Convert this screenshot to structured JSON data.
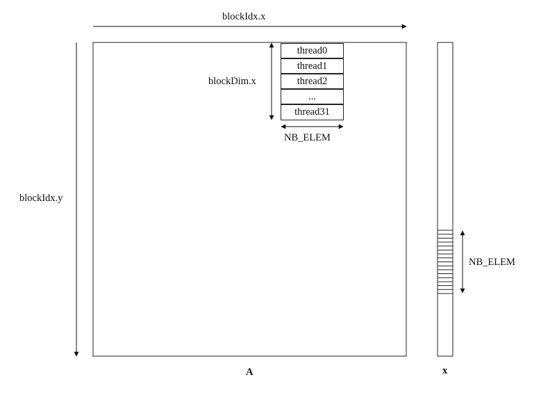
{
  "labels": {
    "block_idx_x": "blockIdx.x",
    "block_idx_y": "blockIdx.y",
    "block_dim_x": "blockDim.x",
    "nb_elem_threads": "NB_ELEM",
    "nb_elem_vector": "NB_ELEM",
    "matrix_name": "A",
    "vector_name": "x"
  },
  "threads": [
    "thread0",
    "thread1",
    "thread2",
    "...",
    "thread31"
  ],
  "vector_segment": {
    "stripe_count": 16
  }
}
